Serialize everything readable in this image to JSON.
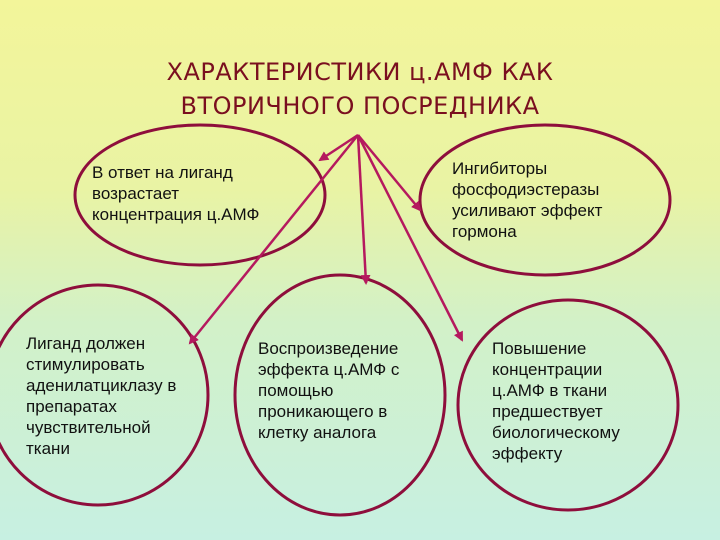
{
  "title": {
    "line1": "ХАРАКТЕРИСТИКИ ц.АМФ КАК",
    "line2": "ВТОРИЧНОГО ПОСРЕДНИКА"
  },
  "nodes": [
    {
      "id": "n1",
      "text": "В ответ на лиганд возрастает концентрация ц.АМФ"
    },
    {
      "id": "n2",
      "text": "Ингибиторы фосфодиэстеразы усиливают эффект гормона"
    },
    {
      "id": "n3",
      "text": "Лиганд должен стимулировать аденилатциклазу в препаратах чувствительной ткани"
    },
    {
      "id": "n4",
      "text": "Воспроизведение эффекта ц.АМФ с помощью проникающего в клетку аналога"
    },
    {
      "id": "n5",
      "text": "Повышение концентрации ц.АМФ в ткани предшествует биологическому эффекту"
    }
  ],
  "colors": {
    "outline": "#8e0e3c",
    "arrow": "#b5195e",
    "title": "#7a0f1f"
  }
}
